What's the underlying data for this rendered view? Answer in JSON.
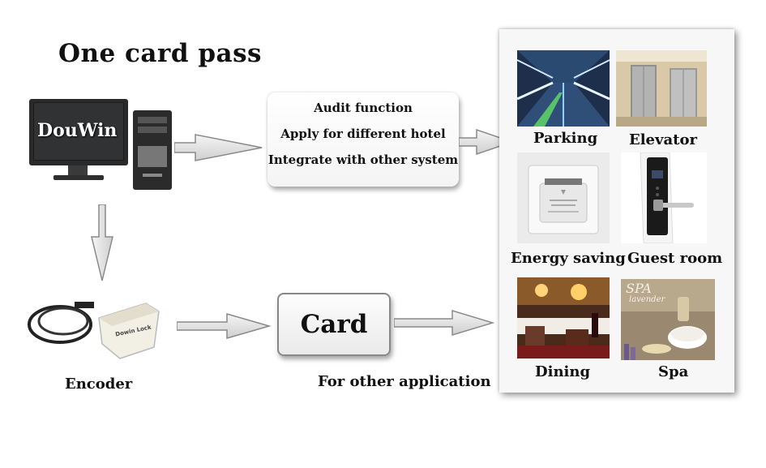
{
  "title": "One card pass",
  "computer": {
    "brand": "DouWin"
  },
  "features": [
    "Audit function",
    "Apply for different hotel",
    "Integrate with other system"
  ],
  "card": {
    "label": "Card"
  },
  "encoder": {
    "label": "Encoder",
    "device_text": "Dowin Lock"
  },
  "other_application": "For other application",
  "applications": {
    "parking": "Parking",
    "elevator": "Elevator",
    "energy_saving": "Energy saving",
    "guest_room": "Guest room",
    "dining": "Dining",
    "spa": "Spa",
    "spa_sign": "SPA",
    "spa_sub": "lavender"
  }
}
